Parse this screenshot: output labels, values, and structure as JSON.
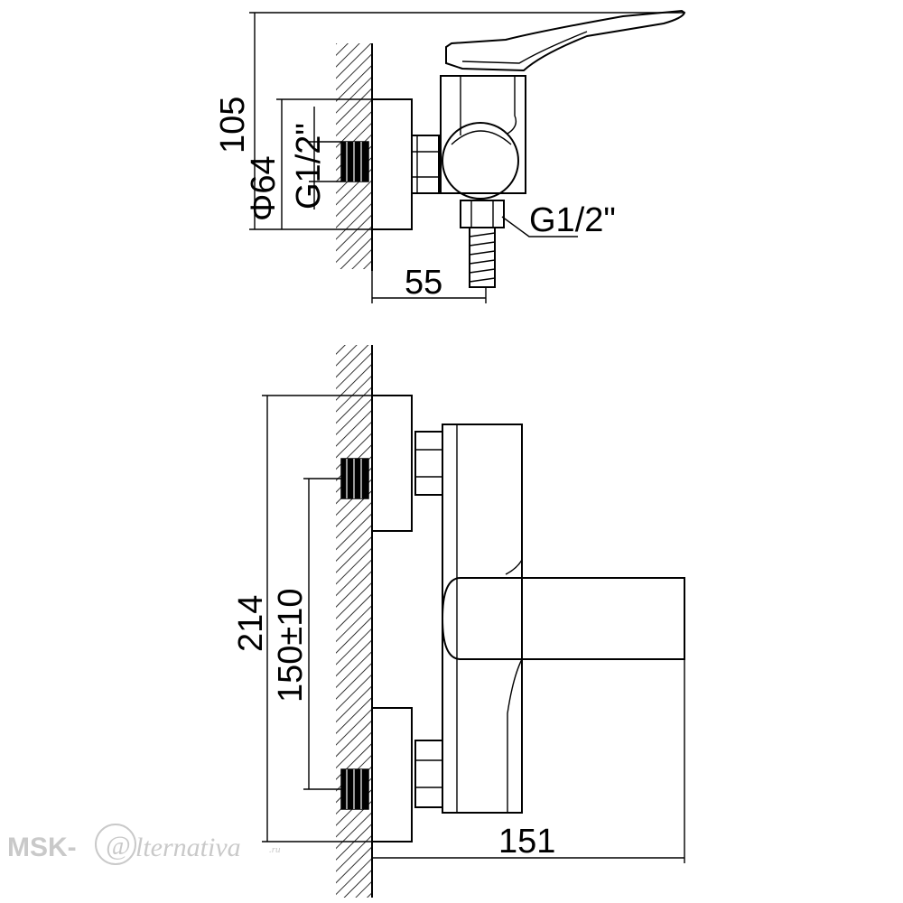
{
  "side_view": {
    "dim_height": "105",
    "dim_flange_diameter": "Φ64",
    "dim_wall_thread": "G1/2\"",
    "dim_outlet_thread": "G1/2\"",
    "dim_depth": "55"
  },
  "front_view": {
    "dim_total_height": "214",
    "dim_center_distance": "150±10",
    "dim_width": "151"
  },
  "watermark": {
    "brand_left": "MSK-",
    "brand_script": "lternativa",
    "brand_at": "@",
    "brand_domain": ".ru"
  }
}
